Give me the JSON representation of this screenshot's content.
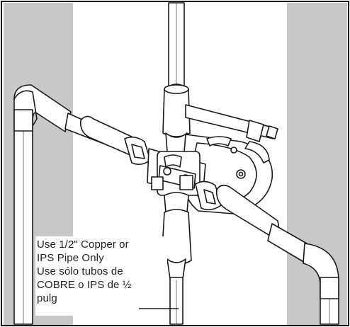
{
  "caption_english": {
    "line1": "Use 1/2\" Copper or",
    "line2": "IPS Pipe Only"
  },
  "caption_spanish": {
    "line1": "Use sólo tubos de",
    "line2": "COBRE o IPS de ½",
    "line3": "pulg"
  },
  "colors": {
    "stud": "#c8c8c8",
    "line": "#1a1a1a",
    "background": "#ffffff"
  }
}
